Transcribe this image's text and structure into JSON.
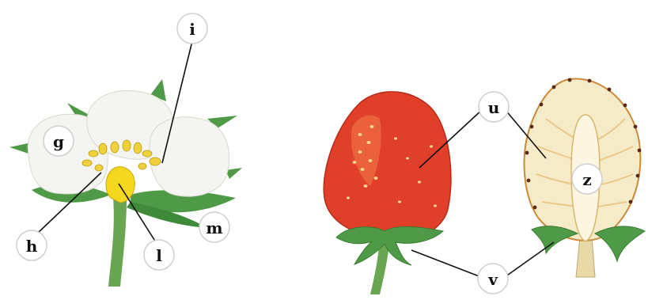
{
  "labels": {
    "g": "g",
    "h": "h",
    "i": "i",
    "l": "l",
    "m": "m",
    "u": "u",
    "v": "v",
    "z": "z"
  },
  "colors": {
    "petal": "#f4f4f0",
    "sepal": "#4f9a46",
    "stem": "#6aa552",
    "anther": "#f1d13a",
    "receptacle": "#f4d820",
    "berry": "#e0402a",
    "berry_dark": "#b82a18",
    "seed": "#f2d58a",
    "flesh": "#f6ebc8",
    "core": "#fbf5e2"
  },
  "icons": {
    "flower": "strawberry-flower-illustration",
    "fruit": "strawberry-fruit-illustration",
    "section": "strawberry-cross-section-illustration"
  }
}
